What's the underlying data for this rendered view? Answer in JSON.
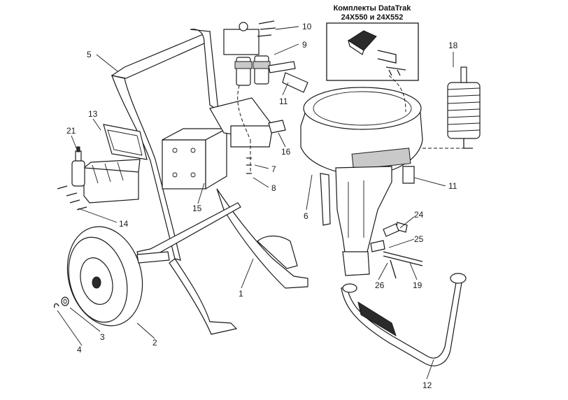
{
  "kit_box": {
    "title_line1": "Комплекты DataTrak",
    "title_line2": "24X550 и 24X552"
  },
  "callouts": [
    {
      "id": "1",
      "text": "1"
    },
    {
      "id": "2",
      "text": "2"
    },
    {
      "id": "3",
      "text": "3"
    },
    {
      "id": "4",
      "text": "4"
    },
    {
      "id": "5",
      "text": "5"
    },
    {
      "id": "6",
      "text": "6"
    },
    {
      "id": "7",
      "text": "7"
    },
    {
      "id": "8",
      "text": "8"
    },
    {
      "id": "9",
      "text": "9"
    },
    {
      "id": "10",
      "text": "10"
    },
    {
      "id": "11a",
      "text": "11"
    },
    {
      "id": "11b",
      "text": "11"
    },
    {
      "id": "12",
      "text": "12"
    },
    {
      "id": "13",
      "text": "13"
    },
    {
      "id": "14",
      "text": "14"
    },
    {
      "id": "15",
      "text": "15"
    },
    {
      "id": "16",
      "text": "16"
    },
    {
      "id": "18",
      "text": "18"
    },
    {
      "id": "19",
      "text": "19"
    },
    {
      "id": "21",
      "text": "21"
    },
    {
      "id": "24",
      "text": "24"
    },
    {
      "id": "25",
      "text": "25"
    },
    {
      "id": "26",
      "text": "26"
    }
  ]
}
